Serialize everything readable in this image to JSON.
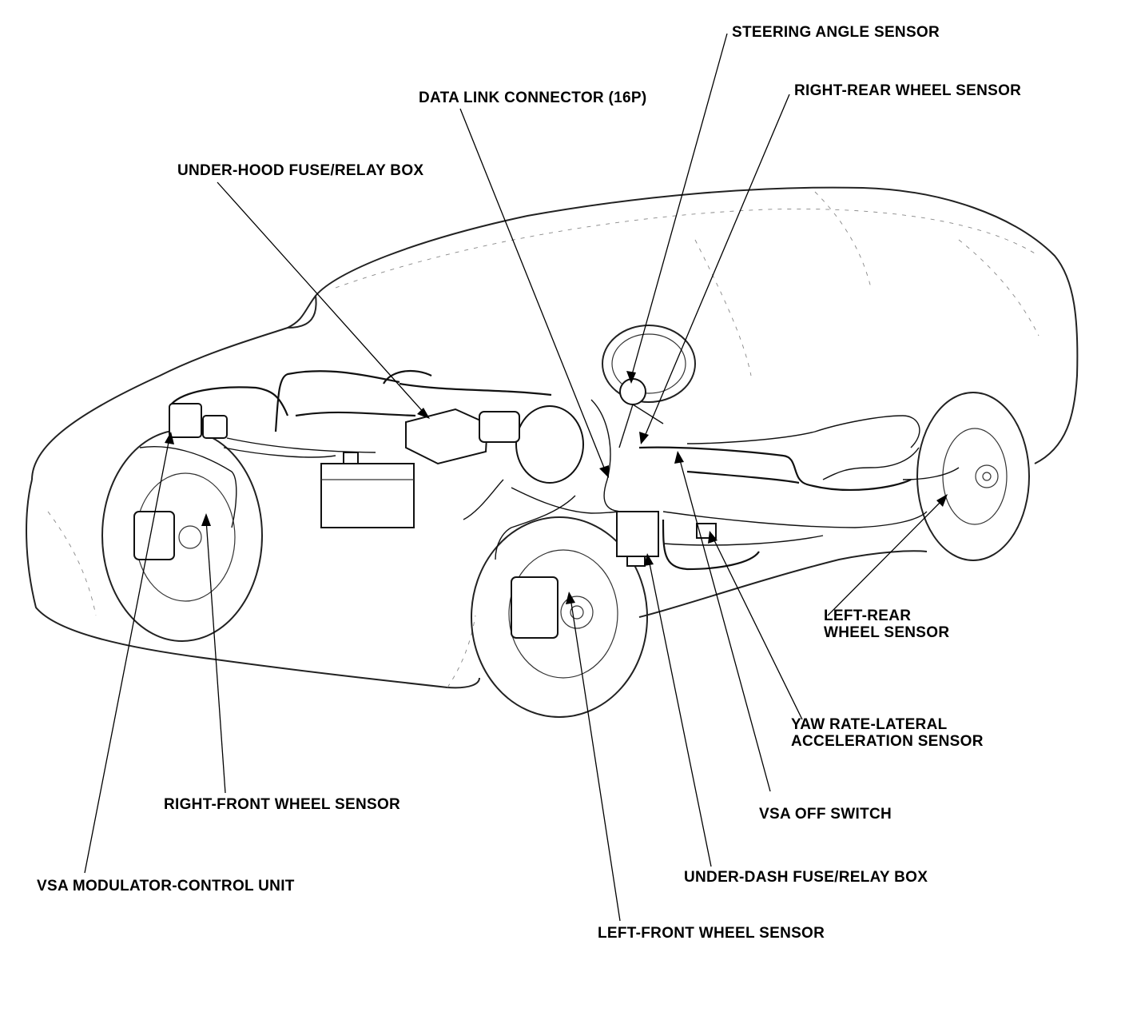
{
  "labels": {
    "steering_angle_sensor": "STEERING ANGLE SENSOR",
    "data_link_connector": "DATA LINK CONNECTOR (16P)",
    "right_rear_wheel_sensor": "RIGHT-REAR WHEEL SENSOR",
    "under_hood_fuse_relay_box": "UNDER-HOOD FUSE/RELAY BOX",
    "left_rear_wheel_sensor": "LEFT-REAR\nWHEEL SENSOR",
    "yaw_rate_lateral_acceleration_sensor": "YAW RATE-LATERAL\nACCELERATION SENSOR",
    "right_front_wheel_sensor": "RIGHT-FRONT WHEEL SENSOR",
    "vsa_off_switch": "VSA OFF SWITCH",
    "vsa_modulator_control_unit": "VSA MODULATOR-CONTROL UNIT",
    "under_dash_fuse_relay_box": "UNDER-DASH FUSE/RELAY BOX",
    "left_front_wheel_sensor": "LEFT-FRONT WHEEL SENSOR"
  },
  "colors": {
    "line": "#000000",
    "background": "#ffffff"
  }
}
